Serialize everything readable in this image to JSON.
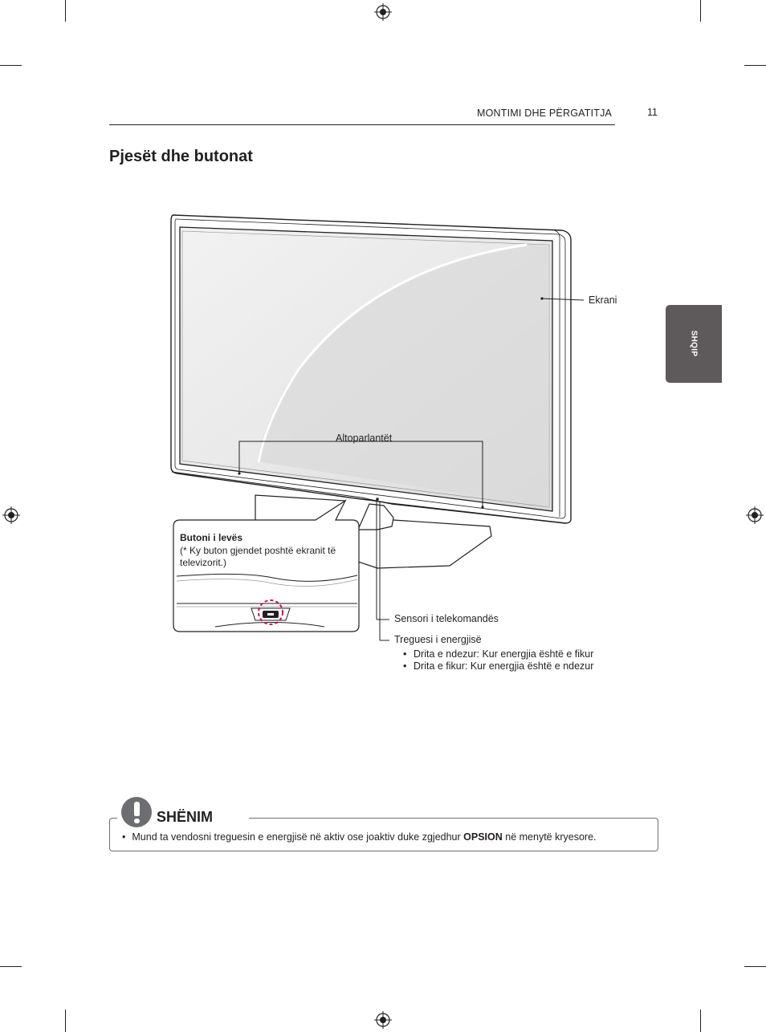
{
  "header": {
    "section": "MONTIMI DHE PËRGATITJA",
    "page_number": "11"
  },
  "side_tab": {
    "label": "SHQIP"
  },
  "title": "Pjesët dhe butonat",
  "diagram": {
    "labels": {
      "screen": "Ekrani",
      "speakers": "Altoparlantët",
      "remote_sensor": "Sensori i telekomandës",
      "power_indicator": "Treguesi i energjisë"
    },
    "power_indicator_notes": [
      "Drita e ndezur: Kur energjia është e fikur",
      "Drita e fikur: Kur energjia është e ndezur"
    ],
    "callout": {
      "title": "Butoni i levës",
      "text": "(* Ky buton gjendet poshtë ekranit të televizorit.)"
    }
  },
  "note": {
    "heading": "SHËNIM",
    "text_before": "Mund ta vendosni treguesin e energjisë në aktiv ose joaktiv duke zgjedhur ",
    "text_bold": "OPSION",
    "text_after": " në menytë kryesore."
  },
  "colors": {
    "text": "#231f20",
    "tab": "#5e5a5b",
    "joystick_highlight": "#c4145a"
  }
}
